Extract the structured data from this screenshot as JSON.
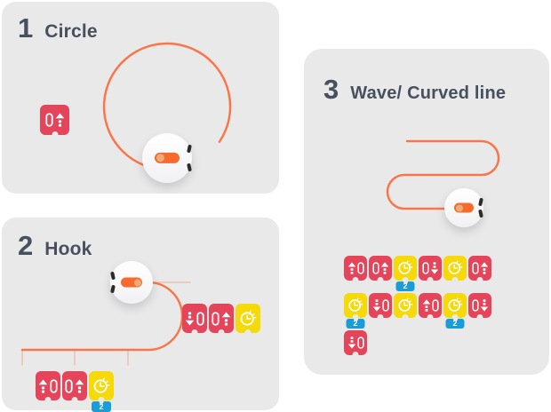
{
  "colors": {
    "page_bg": "#ffffff",
    "panel_bg": "#e9e9ea",
    "red": "#e5455a",
    "yellow": "#f5d908",
    "blue": "#1a9cd8",
    "orange": "#f9764a",
    "title": "#47505e"
  },
  "panels": [
    {
      "number": "1",
      "title": "Circle",
      "path_shape": "circle",
      "card_groups": [
        {
          "name": "sequence",
          "cards": [
            {
              "color": "red",
              "icon": "pill-arrow-up"
            }
          ]
        }
      ]
    },
    {
      "number": "2",
      "title": "Hook",
      "path_shape": "hook",
      "card_groups": [
        {
          "name": "upper-sequence",
          "cards": [
            {
              "color": "red",
              "icon": "arrow-down-pill"
            },
            {
              "color": "red",
              "icon": "pill-arrow-up"
            },
            {
              "color": "yellow",
              "icon": "clock"
            }
          ]
        },
        {
          "name": "lower-sequence",
          "cards": [
            {
              "color": "red",
              "icon": "arrow-up-pill"
            },
            {
              "color": "red",
              "icon": "pill-arrow-up"
            },
            {
              "color": "yellow",
              "icon": "clock",
              "badge": "2"
            }
          ]
        }
      ]
    },
    {
      "number": "3",
      "title": "Wave/ Curved line",
      "path_shape": "wave",
      "card_groups": [
        {
          "name": "row-1",
          "cards": [
            {
              "color": "red",
              "icon": "arrow-up-pill"
            },
            {
              "color": "red",
              "icon": "pill-arrow-up"
            },
            {
              "color": "yellow",
              "icon": "clock",
              "badge": "2"
            },
            {
              "color": "red",
              "icon": "pill-arrow-down"
            },
            {
              "color": "yellow",
              "icon": "clock"
            },
            {
              "color": "red",
              "icon": "pill-arrow-up"
            }
          ]
        },
        {
          "name": "row-2",
          "cards": [
            {
              "color": "yellow",
              "icon": "clock",
              "badge": "2"
            },
            {
              "color": "red",
              "icon": "arrow-down-pill"
            },
            {
              "color": "yellow",
              "icon": "clock"
            },
            {
              "color": "red",
              "icon": "arrow-up-pill"
            },
            {
              "color": "yellow",
              "icon": "clock",
              "badge": "2"
            },
            {
              "color": "red",
              "icon": "pill-arrow-down"
            }
          ]
        },
        {
          "name": "row-3",
          "cards": [
            {
              "color": "red",
              "icon": "arrow-down-pill"
            }
          ]
        }
      ]
    }
  ]
}
